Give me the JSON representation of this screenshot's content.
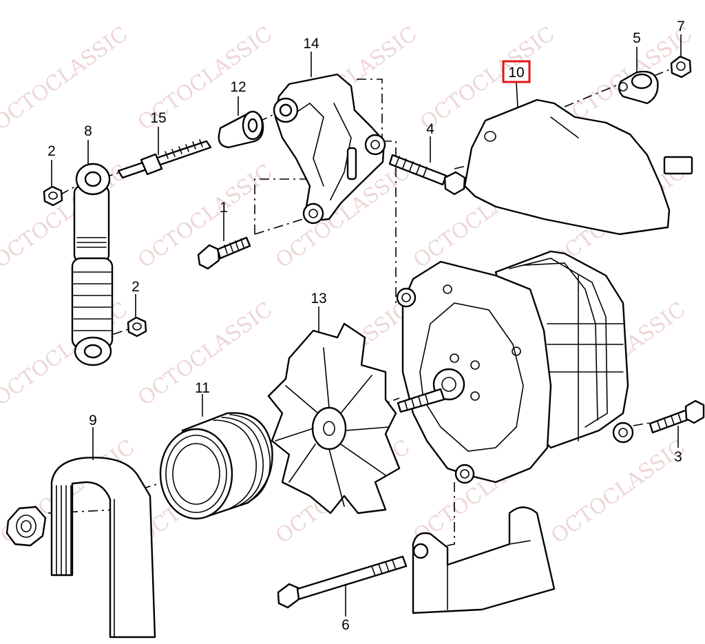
{
  "watermark": {
    "text": "OCTOCLASSIC",
    "color": "#e9c9c9"
  },
  "highlight": {
    "color": "#e01515",
    "part": "10"
  },
  "callouts": [
    {
      "id": "c14",
      "label": "14"
    },
    {
      "id": "c12",
      "label": "12"
    },
    {
      "id": "c15",
      "label": "15"
    },
    {
      "id": "c8",
      "label": "8"
    },
    {
      "id": "c2a",
      "label": "2"
    },
    {
      "id": "c2b",
      "label": "2"
    },
    {
      "id": "c1",
      "label": "1"
    },
    {
      "id": "c4",
      "label": "4"
    },
    {
      "id": "c10",
      "label": "10"
    },
    {
      "id": "c5",
      "label": "5"
    },
    {
      "id": "c7",
      "label": "7"
    },
    {
      "id": "c13",
      "label": "13"
    },
    {
      "id": "c11",
      "label": "11"
    },
    {
      "id": "c9",
      "label": "9"
    },
    {
      "id": "c3",
      "label": "3"
    },
    {
      "id": "c6",
      "label": "6"
    }
  ]
}
